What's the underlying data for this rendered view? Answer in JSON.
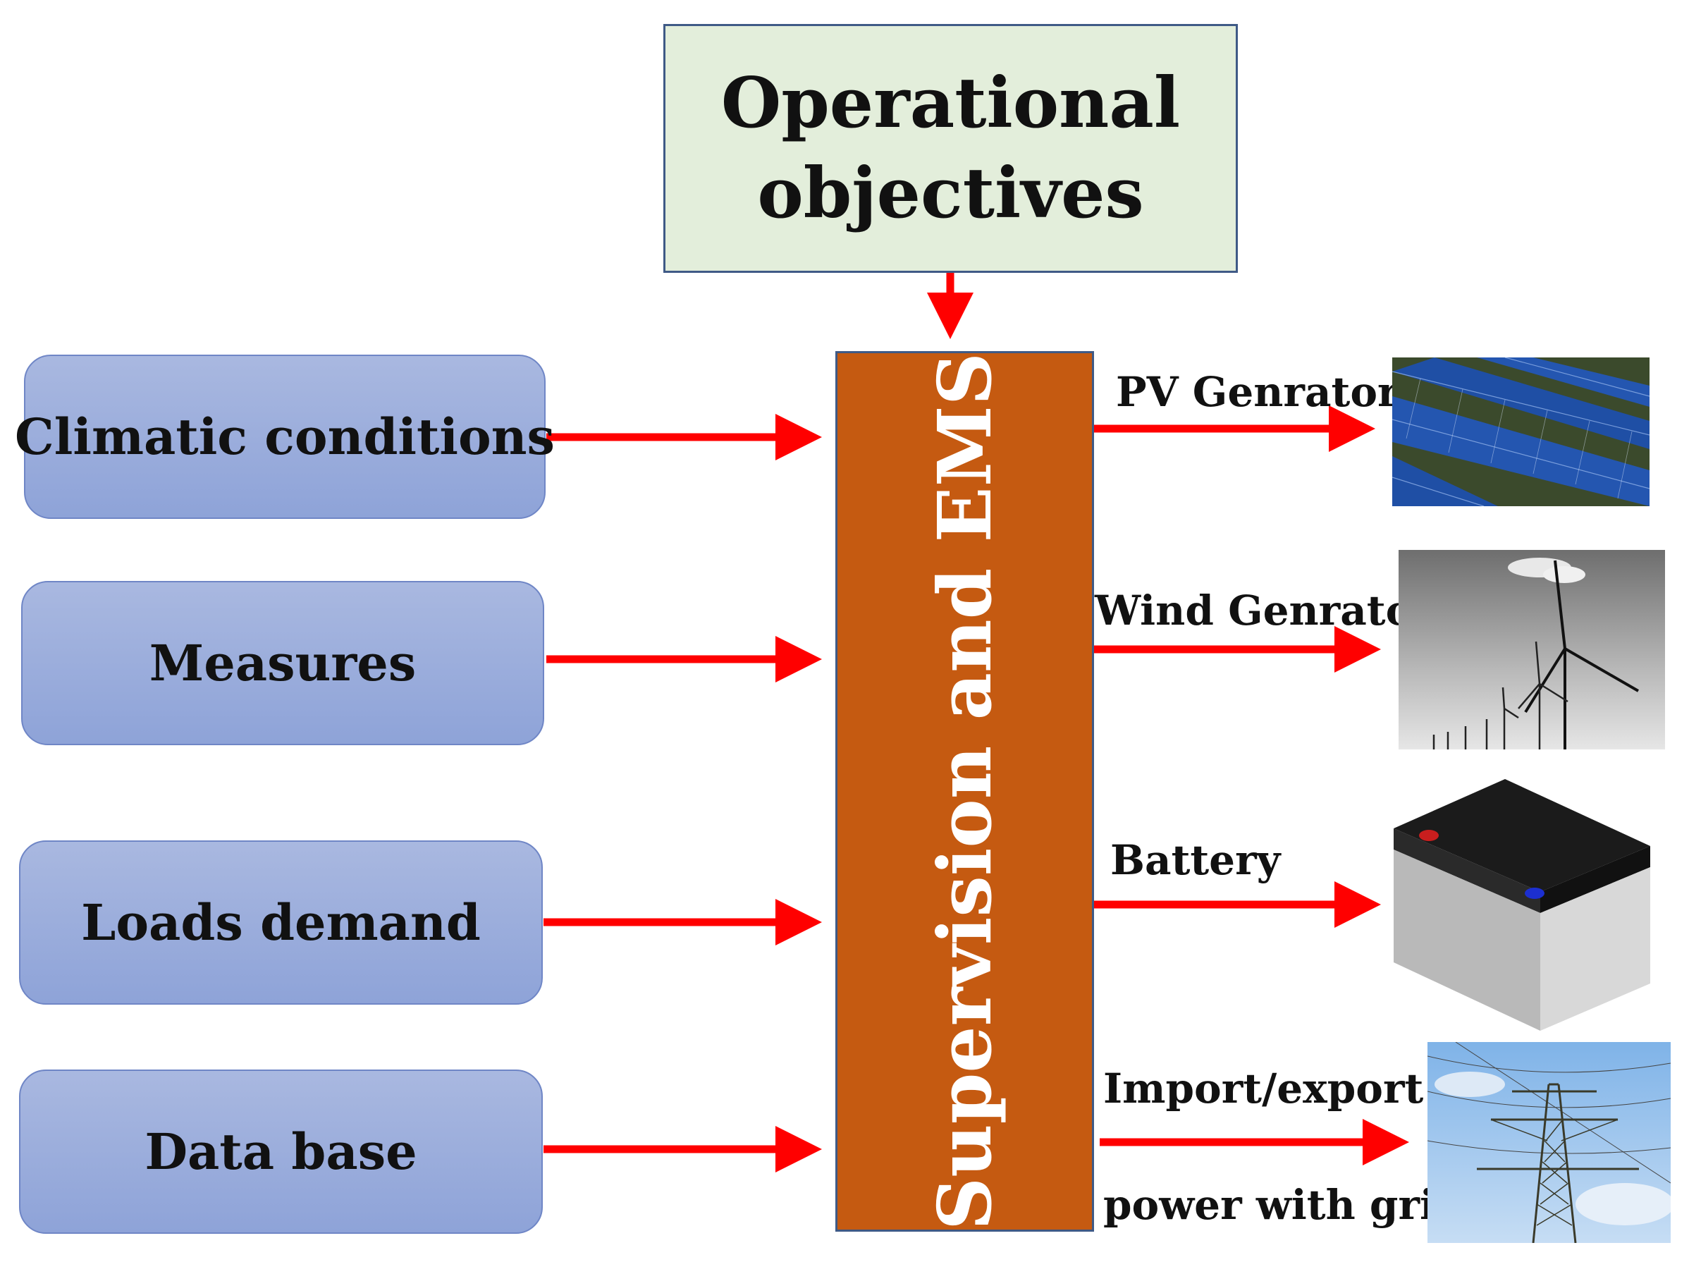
{
  "objectives": {
    "line1": "Operational",
    "line2": "objectives"
  },
  "inputs": [
    {
      "label": "Climatic conditions"
    },
    {
      "label": "Measures"
    },
    {
      "label": "Loads demand"
    },
    {
      "label": "Data base"
    }
  ],
  "ems": {
    "label": "Supervision and EMS"
  },
  "outputs": [
    {
      "label": "PV Genrator"
    },
    {
      "label": "Wind Genrator"
    },
    {
      "label": "Battery"
    },
    {
      "label_line1": "Import/export",
      "label_line2": "power with grid"
    }
  ],
  "colors": {
    "arrow": "#ff0000",
    "ems_fill": "#c55a11",
    "objectives_fill": "#e3eedb",
    "input_fill": "#98abdc"
  },
  "icons": [
    "solar-panel-icon",
    "wind-turbine-icon",
    "battery-icon",
    "power-pylon-icon"
  ]
}
